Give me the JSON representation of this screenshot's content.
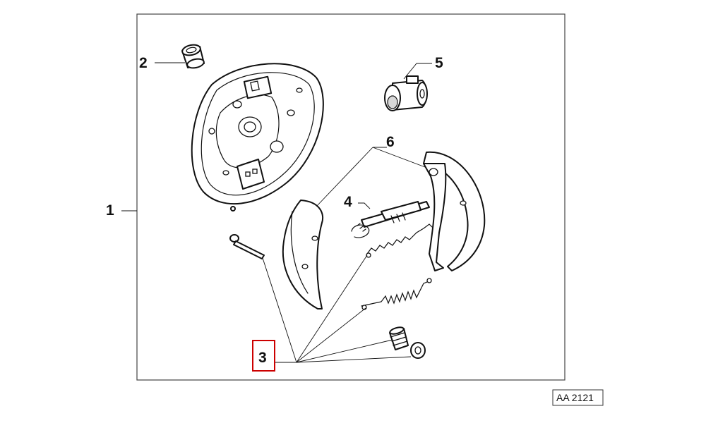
{
  "callouts": {
    "c1": "1",
    "c2": "2",
    "c3": "3",
    "c4": "4",
    "c5": "5",
    "c6": "6"
  },
  "highlight": {
    "callout": "3",
    "color": "#cc0000"
  },
  "reference_code": "AA 2121",
  "colors": {
    "line": "#111111",
    "background": "#ffffff",
    "highlight": "#cc0000"
  }
}
